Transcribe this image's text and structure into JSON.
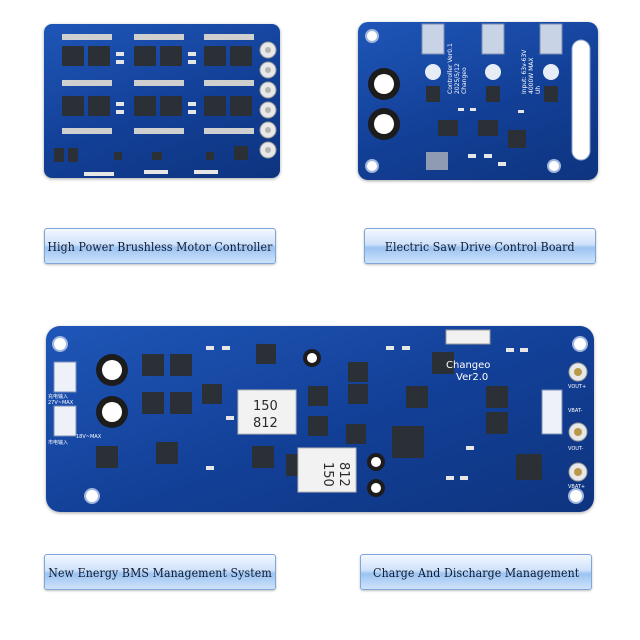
{
  "products": [
    {
      "id": "motor",
      "caption": "High Power Brushless Motor Controller"
    },
    {
      "id": "saw",
      "caption": "Electric Saw Drive Control Board",
      "silkscreen": [
        "Controller Ver0.1",
        "2025/5/12",
        "Changeo",
        "Input: 63v-63V",
        "4000W MAX",
        "Uh"
      ]
    },
    {
      "id": "bms",
      "caption": "New Energy BMS Management System",
      "silkscreen": [
        "Changeo",
        "Ver2.0",
        "150",
        "812",
        "27V~MAX",
        "18V~MAX",
        "VOUT+",
        "VBAT-",
        "VOUT-",
        "VBAT+",
        "充电输入",
        "市电输入"
      ]
    },
    {
      "id": "charge",
      "caption": "Charge And Discharge Management"
    }
  ],
  "colors": {
    "pcb": "#1a4fae",
    "pcb_dark": "#0e347f",
    "chip": "#2b2f36",
    "pad": "#d9d9d9",
    "label_top": "#f3f8ff",
    "label_mid": "#9cc3f1"
  }
}
